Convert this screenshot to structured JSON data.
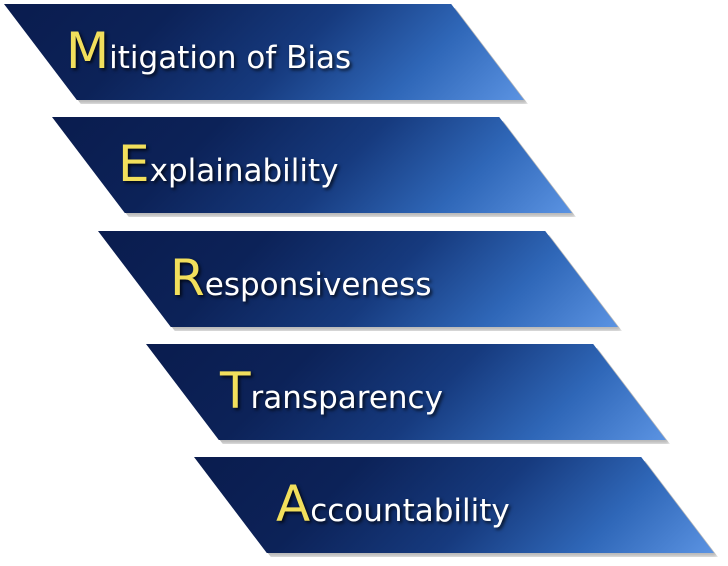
{
  "bands": [
    {
      "initial": "M",
      "rest": "itigation of Bias"
    },
    {
      "initial": "E",
      "rest": "xplainability"
    },
    {
      "initial": "R",
      "rest": "esponsiveness"
    },
    {
      "initial": "T",
      "rest": "ransparency"
    },
    {
      "initial": "A",
      "rest": "ccountability"
    }
  ],
  "colors": {
    "initial_letter": "#f2df5c",
    "band_dark": "#0a1c4e",
    "band_light": "#5b93e2",
    "text": "#ffffff"
  }
}
